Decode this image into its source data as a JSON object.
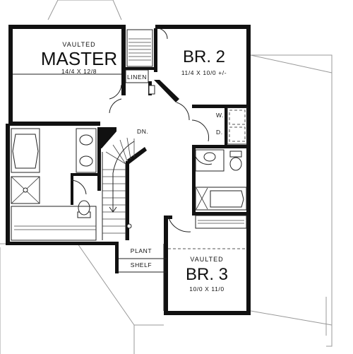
{
  "rooms": {
    "master": {
      "tag": "VAULTED",
      "name": "MASTER",
      "dims": "14/4 X 12/8"
    },
    "br2": {
      "name": "BR. 2",
      "dims": "11/4 X 10/0 +/-"
    },
    "br3": {
      "tag": "VAULTED",
      "name": "BR. 3",
      "dims": "10/0 X 11/0"
    }
  },
  "labels": {
    "linen": "LINEN",
    "stair_down": "DN.",
    "washer": "W.",
    "dryer": "D.",
    "plant": "PLANT",
    "shelf": "SHELF"
  }
}
